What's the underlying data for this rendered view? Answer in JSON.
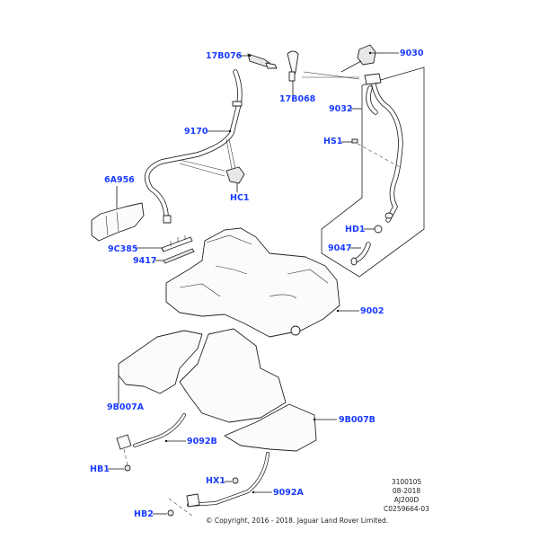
{
  "diagram": {
    "title": "Fuel tank and components",
    "label_color": "#1a3cff",
    "callouts": [
      {
        "id": "17B076",
        "part": "fuel-tank-breather-connector"
      },
      {
        "id": "17B068",
        "part": "fuel-filler-cap-tether"
      },
      {
        "id": "9030",
        "part": "fuel-filler-cap"
      },
      {
        "id": "9032",
        "part": "fuel-filler-pipe"
      },
      {
        "id": "9170",
        "part": "fuel-vapour-hose"
      },
      {
        "id": "HS1",
        "part": "screw"
      },
      {
        "id": "HC1",
        "part": "clip"
      },
      {
        "id": "6A956",
        "part": "heat-shield"
      },
      {
        "id": "HD1",
        "part": "hose-clamp"
      },
      {
        "id": "9047",
        "part": "filler-hose"
      },
      {
        "id": "9C385",
        "part": "bracket"
      },
      {
        "id": "9417",
        "part": "insulator-strip"
      },
      {
        "id": "9002",
        "part": "fuel-tank"
      },
      {
        "id": "9B007A",
        "part": "tank-shield-left"
      },
      {
        "id": "9B007B",
        "part": "tank-shield-right"
      },
      {
        "id": "9092B",
        "part": "tank-strap-b"
      },
      {
        "id": "9092A",
        "part": "tank-strap-a"
      },
      {
        "id": "HB1",
        "part": "bolt"
      },
      {
        "id": "HX1",
        "part": "bolt"
      },
      {
        "id": "HB2",
        "part": "bolt"
      }
    ]
  },
  "reference": {
    "lines": [
      "3100105",
      "08-2018",
      "AJ200D",
      "C0259664-03"
    ]
  },
  "copyright": "© Copyright, 2016 - 2018. Jaguar Land Rover Limited."
}
